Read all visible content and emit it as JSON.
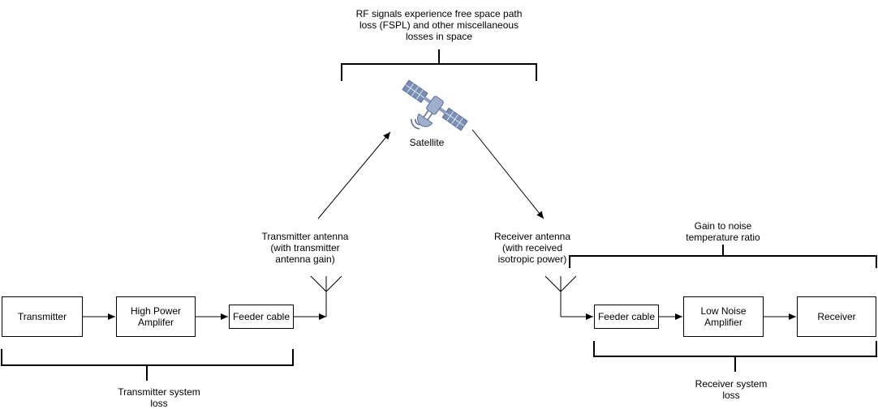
{
  "space_note": "RF signals experience free space path\nloss (FSPL) and other miscellaneous\nlosses in space",
  "satellite": {
    "icon": "satellite-icon",
    "label": "Satellite",
    "panel_color": "#7a8fb5"
  },
  "tx_antenna_label": "Transmitter antenna\n(with transmitter\nantenna gain)",
  "rx_antenna_label": "Receiver antenna\n(with received\nisotropic power)",
  "gt_label": "Gain to noise\ntemperature ratio",
  "tx_blocks": {
    "transmitter": "Transmitter",
    "hpa": "High Power\nAmplifer",
    "feeder": "Feeder cable"
  },
  "rx_blocks": {
    "feeder": "Feeder cable",
    "lna": "Low Noise\nAmplifier",
    "receiver": "Receiver"
  },
  "tx_loss_label": "Transmitter system\nloss",
  "rx_loss_label": "Receiver system\nloss"
}
